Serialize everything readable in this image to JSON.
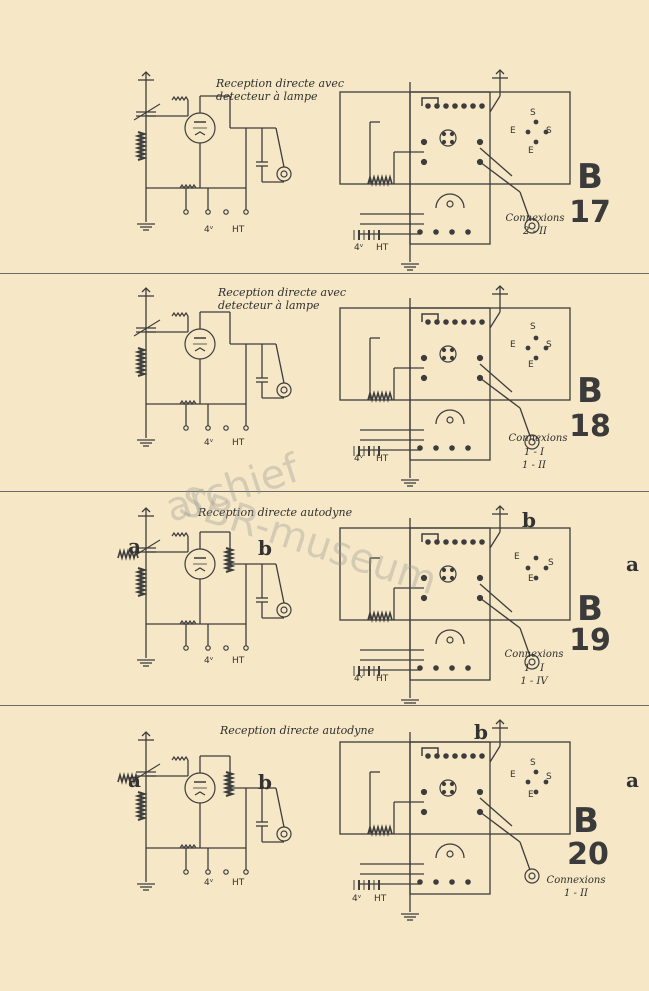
{
  "panels": [
    {
      "id": "b17",
      "title": "Reception directe avec\ndetecteur à lampe",
      "code_letter": "B",
      "code_number": "17",
      "connexions_label": "Connexions",
      "connexions_values": [
        "2 - II"
      ],
      "terminal_4v": "4ᵛ",
      "terminal_ht": "HT",
      "has_coils_ab": false
    },
    {
      "id": "b18",
      "title": "Reception directe avec\ndetecteur à lampe",
      "code_letter": "B",
      "code_number": "18",
      "connexions_label": "Connexions",
      "connexions_values": [
        "1 - I",
        "1 - II"
      ],
      "terminal_4v": "4ᵛ",
      "terminal_ht": "HT",
      "has_coils_ab": false
    },
    {
      "id": "b19",
      "title": "Reception directe autodyne",
      "code_letter": "B",
      "code_number": "19",
      "connexions_label": "Connexions",
      "connexions_values": [
        "1 - I",
        "1 - IV"
      ],
      "terminal_4v": "4ᵛ",
      "terminal_ht": "HT",
      "has_coils_ab": true
    },
    {
      "id": "b20",
      "title": "Reception directe autodyne",
      "code_letter": "B",
      "code_number": "20",
      "connexions_label": "Connexions",
      "connexions_values": [
        "1 - II"
      ],
      "terminal_4v": "4ᵛ",
      "terminal_ht": "HT",
      "has_coils_ab": true
    }
  ],
  "labels": {
    "coil_a": "a",
    "coil_b": "b",
    "socket_s": "S",
    "socket_e": "E"
  },
  "watermark": {
    "line1": "archief",
    "line2": "SBR-museum"
  }
}
